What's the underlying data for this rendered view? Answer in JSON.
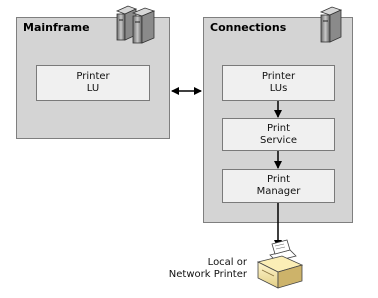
{
  "mainframe": {
    "title": "Mainframe",
    "box_label": "Printer\nLU",
    "icon": "server-cabinet-pair-icon"
  },
  "connections": {
    "title": "Connections",
    "icon": "server-icon",
    "boxes": [
      {
        "id": "printer-lus",
        "label": "Printer\nLUs"
      },
      {
        "id": "print-service",
        "label": "Print\nService"
      },
      {
        "id": "print-manager",
        "label": "Print\nManager"
      }
    ]
  },
  "printer": {
    "label": "Local or\nNetwork Printer",
    "icon": "printer-icon"
  }
}
